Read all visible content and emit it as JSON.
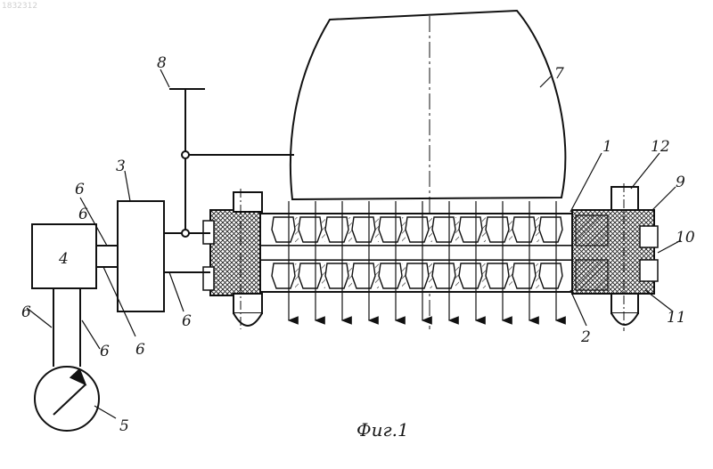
{
  "figure": {
    "caption": "Фиг.1",
    "watermark": "1832312",
    "labels": {
      "l1": "1",
      "l2": "2",
      "l3": "3",
      "l4": "4",
      "l5": "5",
      "l6a": "6",
      "l6b": "6",
      "l6c": "6",
      "l6d": "6",
      "l6e": "6",
      "l6f": "6",
      "l7": "7",
      "l8": "8",
      "l9": "9",
      "l10": "10",
      "l11": "11",
      "l12": "12"
    }
  }
}
